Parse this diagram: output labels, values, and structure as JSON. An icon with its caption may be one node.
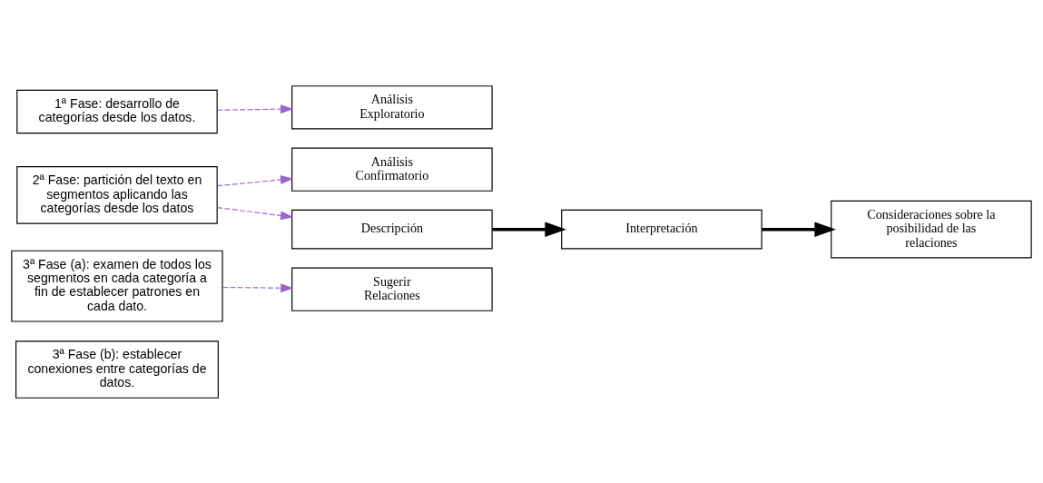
{
  "diagram": {
    "nodes": [
      {
        "text": [
          "1ª Fase: desarrollo de categorías desde los datos."
        ]
      },
      {
        "text": [
          "2ª Fase: partición del texto en segmentos aplicando las categorías desde los datos"
        ]
      },
      {
        "text": [
          "3ª Fase (a): examen de todos los segmentos en cada categoría a fin de establecer patrones en cada dato."
        ]
      },
      {
        "text": [
          "3ª Fase (b): establecer conexiones entre categorías de datos."
        ]
      },
      {
        "text": [
          "Análisis Exploratorio"
        ]
      },
      {
        "text": [
          "Análisis Confirmatorio"
        ]
      },
      {
        "text": [
          "Descripción"
        ]
      },
      {
        "text": [
          "Sugerir Relaciones"
        ]
      },
      {
        "text": [
          "Interpretación"
        ]
      },
      {
        "text": [
          "Consideraciones sobre la posibilidad de las relaciones"
        ]
      }
    ],
    "edges": [
      {
        "from": 0,
        "to": 4,
        "arrow": "to",
        "style": "dashed"
      },
      {
        "from": 1,
        "to": 5,
        "arrow": "to",
        "style": "dashed"
      },
      {
        "from": 1,
        "to": 6,
        "arrow": "to",
        "style": "dashed"
      },
      {
        "from": 2,
        "to": 7,
        "arrow": "to",
        "style": "dashed"
      },
      {
        "from": 6,
        "to": 8,
        "arrow": "to",
        "style": "thick",
        "color": "#000000"
      },
      {
        "from": 8,
        "to": 9,
        "arrow": "to",
        "style": "thick",
        "color": "#000000"
      }
    ]
  }
}
